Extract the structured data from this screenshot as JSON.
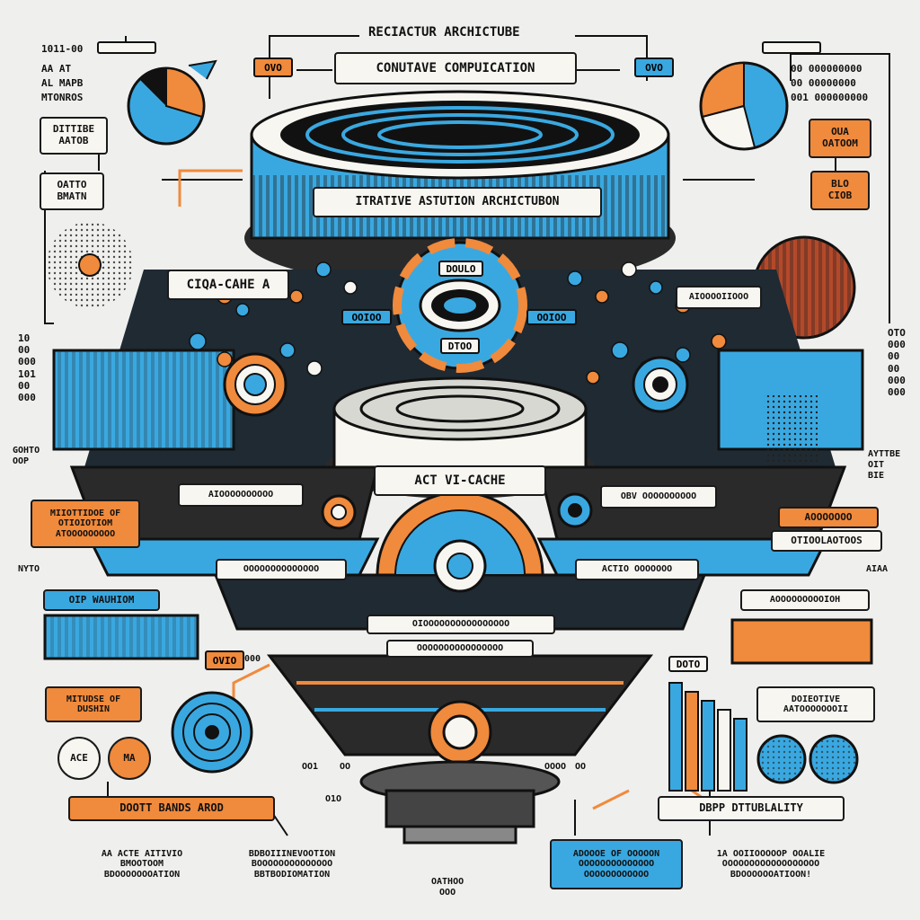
{
  "header": {
    "title": "RECIACTUR ARCHICTUBE",
    "banner": "CONUTAVE COMPUICATION",
    "tag_left": "OVO",
    "tag_right": "OVO"
  },
  "top_left_legend": {
    "code": "1011-00",
    "lines": [
      "AA  AT",
      "AL  MAPB",
      "MTONROS"
    ],
    "chart": "pie"
  },
  "top_right_legend": {
    "lines": [
      "00  000000000",
      "00  00000000",
      "001 000000000"
    ],
    "chart": "pie"
  },
  "left_labels": {
    "box1": "DITTIBE\nAATOB",
    "box2": "OATTO\nBMATN",
    "code_left": "10\n00\n000\n101\n00\n000",
    "bottom_code": "GOHTO\nOOP"
  },
  "right_labels": {
    "box1": "OUA\nOATOOM",
    "box2": "BLO\nCIOB",
    "code_right": "OTO\n000\n00\n00\n000\n000",
    "bottom_code": "AYTTBE\nOIT\nBIE"
  },
  "tower": {
    "top_ring": "ITRATIVE ASTUTION ARCHICTUBON",
    "left_cache": "CIQA-CAHE A",
    "hub_top": "DOULO",
    "hub_bottom": "DTOO",
    "chip_left": "OOIOO",
    "chip_right": "OOIOO",
    "right_drum": "AIOOOOIIOOO",
    "mid_ring": "ACT VI-CACHE",
    "left_band": "AIOOOOOOOOOO",
    "right_band": "OBV OOOOOOOOOO",
    "lower_left_band": "OOOOOOOOOOOOOO",
    "lower_right_band": "ACTIO OOOOOOO",
    "bottom_band1": "OIOOOOOOOOOOOOOOOO",
    "bottom_band2": "OOOOOOOOOOOOOOOO"
  },
  "mid_left": {
    "orange_box": "MIIOTTIDOE OF\nOTIOIOTIOM\nATOOOOOOOOO",
    "side_text": "NYTO",
    "blue_bar_label": "OIP WAUHIOM"
  },
  "mid_right": {
    "box1": "AOOOOOOO",
    "box2": "OTIOOLAOTOOS",
    "side_text": "AIAA",
    "bar_label": "AOOOOOOOOOIOH",
    "bar_tag": "DOTO"
  },
  "lower_left": {
    "tag": "OVIO",
    "small": "000",
    "orange_box": "MITUDSE OF\nDUSHIN",
    "circle1": "ACE",
    "circle2": "MA",
    "bottom_bar": "DOOTT BANDS AROD"
  },
  "lower_right": {
    "box": "DOIEOTIVE\nAATOOOOOOOII",
    "bottom_bar": "DBPP DTTUBLALITY"
  },
  "center_bottom": {
    "codes": [
      "OO1",
      "OO",
      "OO",
      "OOOO",
      "O1O"
    ],
    "footer": "OATHOO\nOOO"
  },
  "bottom_texts": [
    "AA ACTE AITIVIO\nBMOOTOOM\nBDOOOOOOOATION",
    "BDBOIIINEVOOTION\nBOOOOOOOOOOOOOO\nBBTBODIOMATION",
    "ADOOOE OF OOOOON\nOOOOOOOOOOOOOO\nOOOOOOOOOOOO",
    "1A OOIIOOOOOP OOALIE\nOOOOOOOOOOOOOOOOOO\nBDOOOOOOATIOON!"
  ],
  "colors": {
    "orange": "#f08a3c",
    "blue": "#3aa8e0",
    "ink": "#111111",
    "paper": "#efefed"
  }
}
